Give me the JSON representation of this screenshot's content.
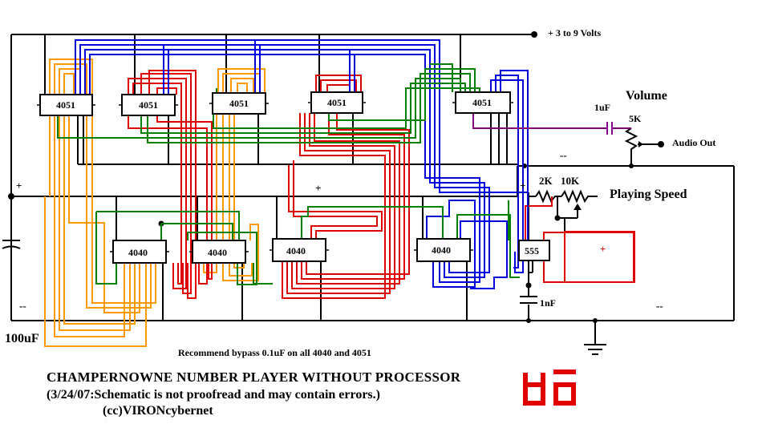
{
  "chips": {
    "mux1": "4051",
    "mux2": "4051",
    "mux3": "4051",
    "mux4": "4051",
    "mux5": "4051",
    "cnt1": "4040",
    "cnt2": "4040",
    "cnt3": "4040",
    "cnt4": "4040",
    "timer": "555"
  },
  "labels": {
    "supply": "+ 3 to 9 Volts",
    "volume": "Volume",
    "cap_1uf": "1uF",
    "pot_5k": "5K",
    "audio_out": "Audio Out",
    "res_2k": "2K",
    "pot_10k": "10K",
    "playing_speed": "Playing Speed",
    "cap_1nf": "1nF",
    "cap_100uf": "100uF",
    "plus": "+",
    "minus": "--",
    "bypass_note": "Recommend bypass 0.1uF on all 4040 and 4051",
    "title": "CHAMPERNOWNE NUMBER PLAYER WITHOUT PROCESSOR",
    "disclaimer": "(3/24/07:Schematic is not proofread and may contain errors.)",
    "credit": "(cc)VIRONcybernet"
  },
  "colors": {
    "wire_black": "#000000",
    "wire_orange": "#ff9900",
    "wire_red": "#e00000",
    "wire_blue": "#0000e0",
    "wire_green": "#008000",
    "wire_purple": "#800080",
    "display_red": "#e00000"
  }
}
